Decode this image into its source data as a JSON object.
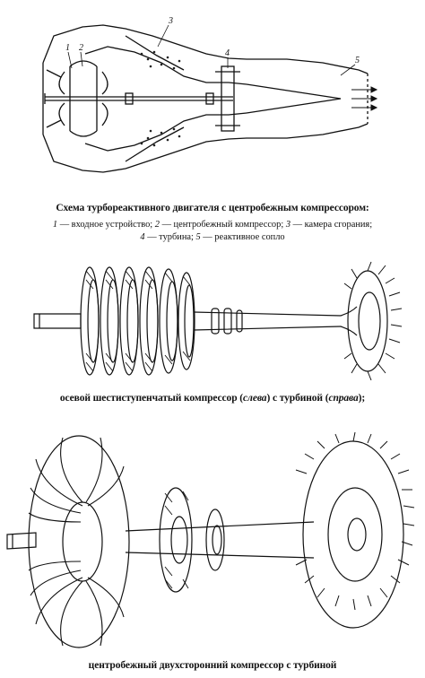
{
  "figure1": {
    "labels": [
      "1",
      "2",
      "3",
      "4",
      "5"
    ],
    "caption": "Схема турбореактивного двигателя с центробежным компрессором:",
    "legend": {
      "n1": "1",
      "t1": " — входное устройство; ",
      "n2": "2",
      "t2": " — центробежный компрессор; ",
      "n3": "3",
      "t3": " — камера сгорания;",
      "n4": "4",
      "t4": " — турбина; ",
      "n5": "5",
      "t5": " — реактивное сопло"
    }
  },
  "figure2": {
    "caption_a": "осевой шестиступенчатый компрессор (",
    "caption_b": "слева",
    "caption_c": ") с турбиной (",
    "caption_d": "справа",
    "caption_e": ");"
  },
  "figure3": {
    "caption": "центробежный двухсторонний компрессор с турбиной"
  }
}
